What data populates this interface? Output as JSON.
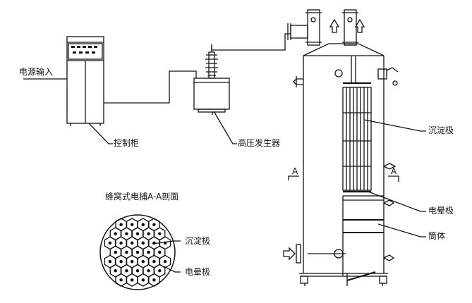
{
  "labels": {
    "power_input": "电源输入",
    "control_cabinet": "控制柜",
    "hv_generator": "高压发生器",
    "section_title": "蜂窝式电捕A-A剖面",
    "collector_electrode_section": "沉淀极",
    "corona_electrode_section": "电晕极",
    "collector_electrode": "沉淀极",
    "corona_electrode": "电晕极",
    "shell": "筒体",
    "section_mark_left": "A",
    "section_mark_right": "A"
  }
}
